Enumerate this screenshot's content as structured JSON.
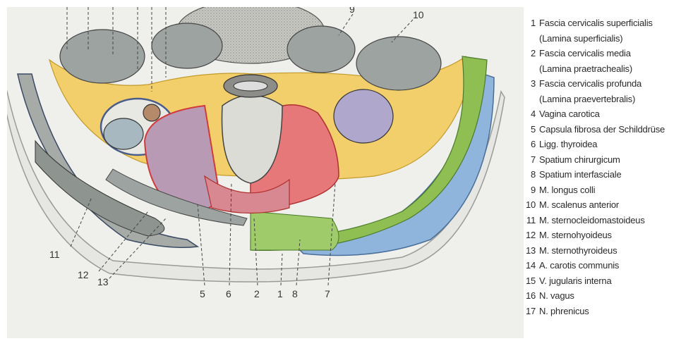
{
  "figure": {
    "callouts": {
      "n11": "11",
      "n12": "12",
      "n13": "13",
      "n5": "5",
      "n6": "6",
      "n2": "2",
      "n1": "1",
      "n8": "8",
      "n7": "7",
      "n9": "9",
      "n10": "10"
    }
  },
  "legend": {
    "items": [
      {
        "num": "1",
        "text": "Fascia cervicalis superficialis",
        "sub": "(Lamina superficialis)"
      },
      {
        "num": "2",
        "text": "Fascia cervicalis media",
        "sub": "(Lamina praetrachealis)"
      },
      {
        "num": "3",
        "text": "Fascia cervicalis profunda",
        "sub": "(Lamina praevertebralis)"
      },
      {
        "num": "4",
        "text": "Vagina carotica"
      },
      {
        "num": "5",
        "text": "Capsula fibrosa der Schilddrüse"
      },
      {
        "num": "6",
        "text": "Ligg. thyroidea"
      },
      {
        "num": "7",
        "text": "Spatium chirurgicum"
      },
      {
        "num": "8",
        "text": "Spatium interfasciale"
      },
      {
        "num": "9",
        "text": "M. longus colli"
      },
      {
        "num": "10",
        "text": "M. scalenus anterior"
      },
      {
        "num": "11",
        "text": "M. sternocleidomastoideus"
      },
      {
        "num": "12",
        "text": "M. sternohyoideus"
      },
      {
        "num": "13",
        "text": "M. sternothyroideus"
      },
      {
        "num": "14",
        "text": "A. carotis communis"
      },
      {
        "num": "15",
        "text": "V. jugularis interna"
      },
      {
        "num": "16",
        "text": "N. vagus"
      },
      {
        "num": "17",
        "text": "N. phrenicus"
      }
    ]
  },
  "colors": {
    "yellow_fascia": "#f2cf6a",
    "green_fascia": "#8fbf52",
    "blue_fascia": "#8fb5dc",
    "red_thyroid": "#e7787a",
    "thyroid_purple": "#b89ab4",
    "trachea": "#dcdcd6",
    "muscle_gray": "#9da3a0",
    "vertebra": "#c9c9c4"
  }
}
